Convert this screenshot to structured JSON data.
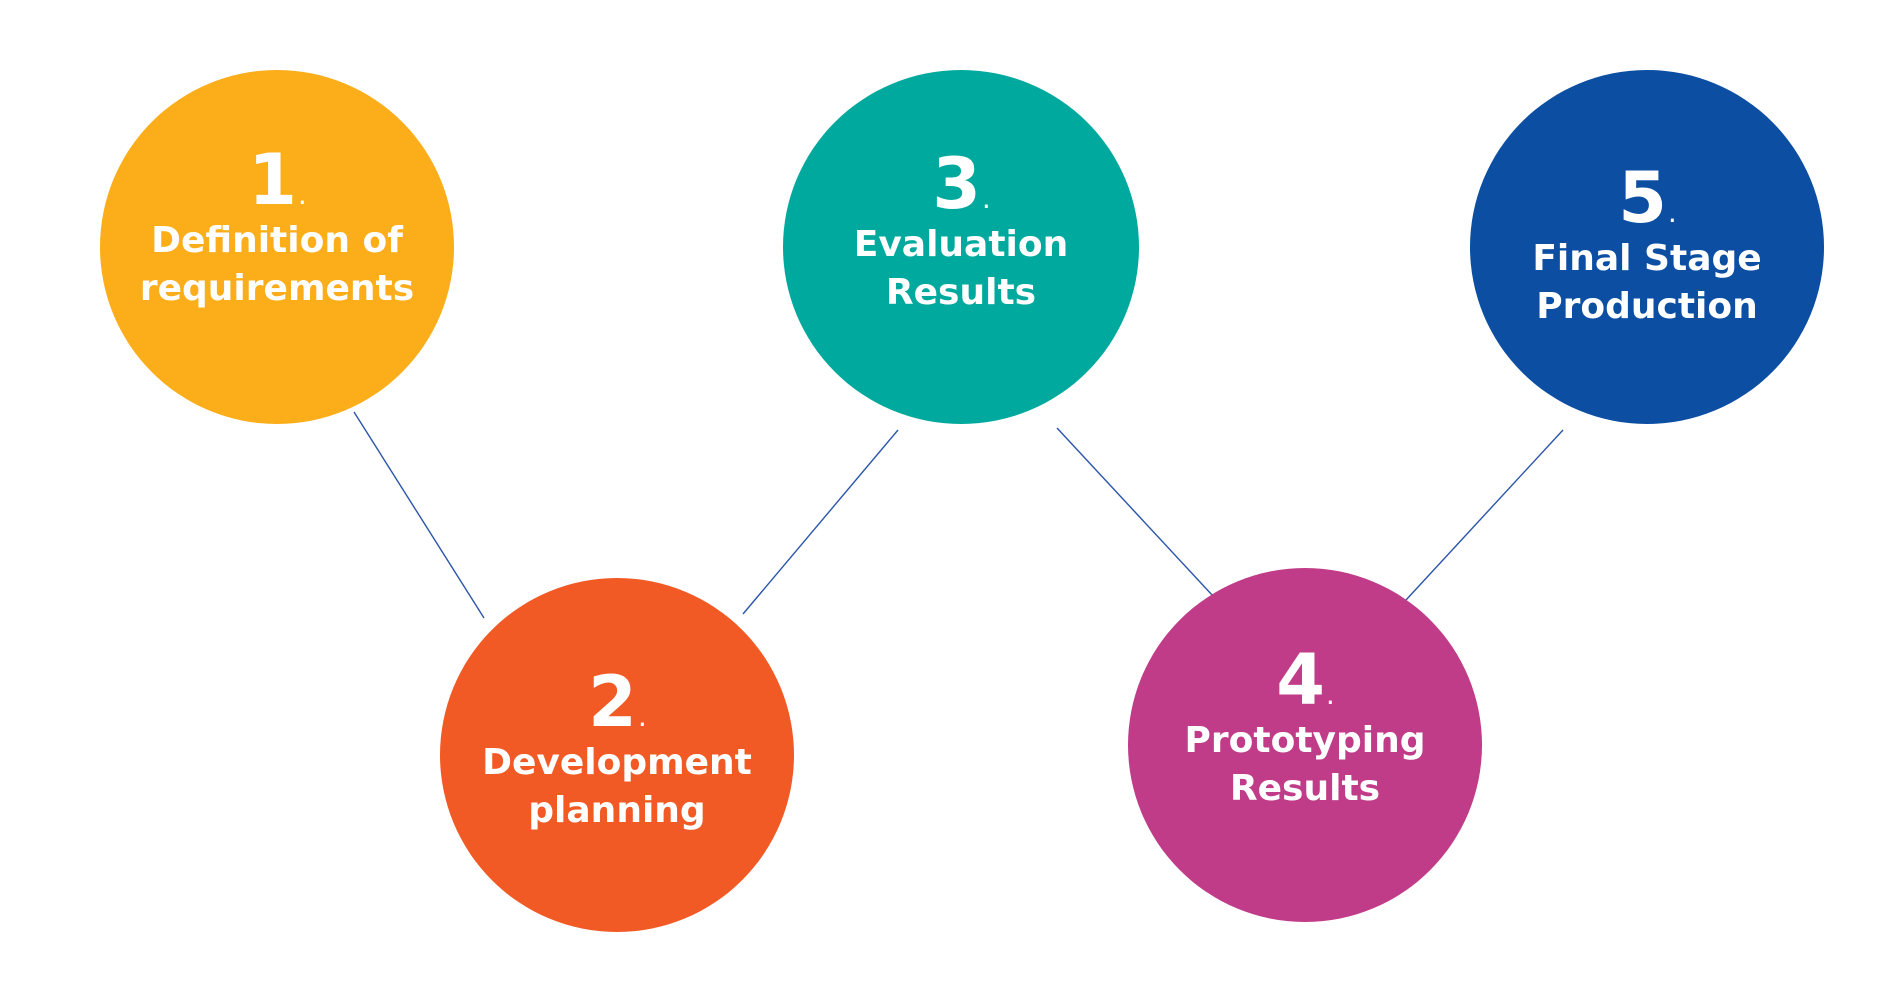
{
  "steps": [
    {
      "number": "1",
      "dot": ".",
      "lines": [
        "Definition of",
        "requirements"
      ],
      "color": "#fbad1a"
    },
    {
      "number": "2",
      "dot": ".",
      "lines": [
        "Development",
        "planning"
      ],
      "color": "#f15a24"
    },
    {
      "number": "3",
      "dot": ".",
      "lines": [
        "Evaluation",
        "Results"
      ],
      "color": "#00a99d"
    },
    {
      "number": "4",
      "dot": ".",
      "lines": [
        "Prototyping",
        "Results"
      ],
      "color": "#c03b88"
    },
    {
      "number": "5",
      "dot": ".",
      "lines": [
        "Final Stage",
        "Production"
      ],
      "color": "#0b4ea2"
    }
  ],
  "connector_color": "#2a55a8"
}
